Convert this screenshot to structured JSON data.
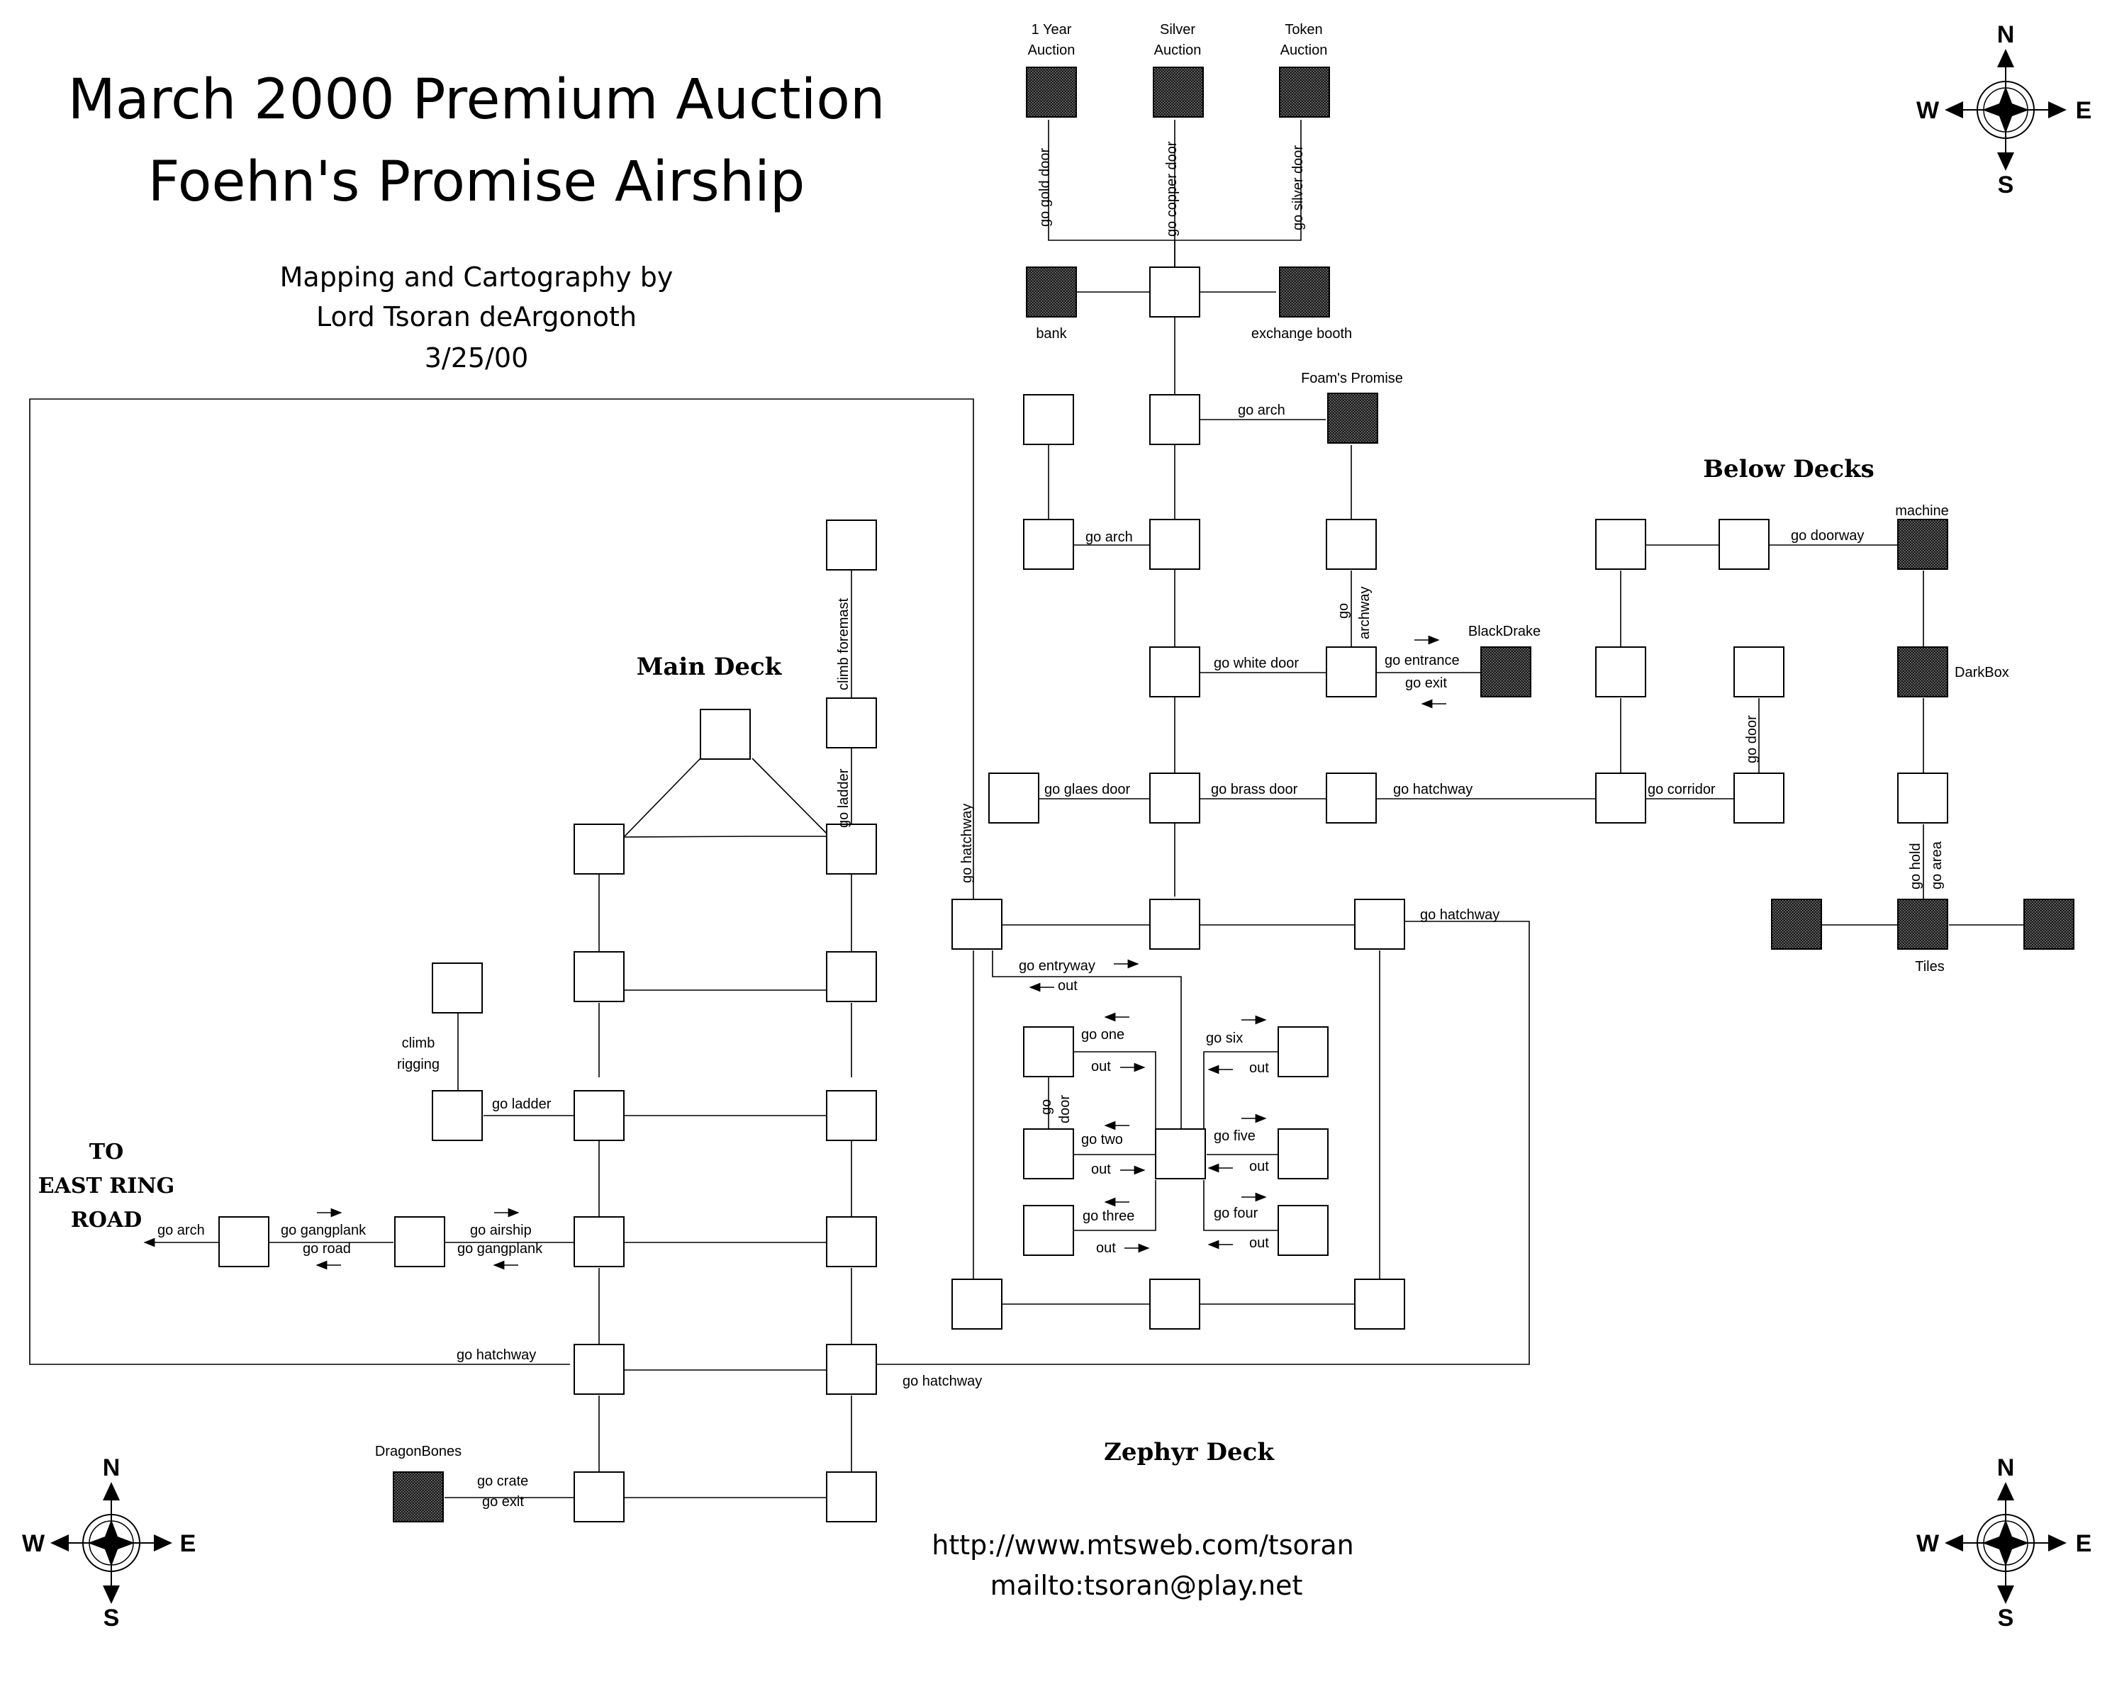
{
  "title": {
    "line1": "March 2000 Premium Auction",
    "line2": "Foehn's Promise Airship"
  },
  "credits": {
    "line1": "Mapping and Cartography by",
    "line2": "Lord Tsoran deArgonoth",
    "line3": "3/25/00"
  },
  "decks": {
    "main": "Main Deck",
    "below": "Below Decks",
    "zephyr": "Zephyr Deck"
  },
  "exit_label": {
    "line1": "TO",
    "line2": "EAST RING",
    "line3": "ROAD"
  },
  "room_names": {
    "year_auction_1": "1 Year",
    "year_auction_2": "Auction",
    "silver_auction_1": "Silver",
    "silver_auction_2": "Auction",
    "token_auction_1": "Token",
    "token_auction_2": "Auction",
    "bank": "bank",
    "exchange_booth": "exchange booth",
    "foams_promise": "Foam's Promise",
    "blackdrake": "BlackDrake",
    "machine": "machine",
    "darkbox": "DarkBox",
    "tiles": "Tiles",
    "dragonbones": "DragonBones",
    "climb_rigging_1": "climb",
    "climb_rigging_2": "rigging"
  },
  "paths": {
    "go_gold_door": "go gold door",
    "go_copper_door": "go copper door",
    "go_silver_door": "go silver door",
    "go_arch_foam": "go arch",
    "go_arch_mid": "go arch",
    "go_archway_1": "go",
    "go_archway_2": "archway",
    "go_white_door": "go white door",
    "go_entrance": "go entrance",
    "go_exit_bd": "go exit",
    "go_glaes_door": "go glaes door",
    "go_brass_door": "go brass door",
    "go_hatchway_below": "go hatchway",
    "go_corridor": "go corridor",
    "go_door_below": "go door",
    "go_doorway": "go doorway",
    "go_hold": "go hold",
    "go_area": "go area",
    "go_hatchway_vert": "go hatchway",
    "go_hatchway_zr": "go hatchway",
    "go_entryway": "go entryway",
    "out_entry": "out",
    "go_one": "go one",
    "out_one": "out",
    "go_door_z1": "go",
    "go_door_z2": "door",
    "go_two": "go two",
    "out_two": "out",
    "go_three": "go three",
    "out_three": "out",
    "go_six": "go six",
    "out_six": "out",
    "go_five": "go five",
    "out_five": "out",
    "go_four": "go four",
    "out_four": "out",
    "climb_foremast": "climb foremast",
    "go_ladder_vert": "go ladder",
    "go_ladder": "go ladder",
    "go_arch_exit": "go arch",
    "go_gangplank_1": "go gangplank",
    "go_road": "go road",
    "go_airship": "go airship",
    "go_gangplank_2": "go gangplank",
    "go_hatchway_main": "go hatchway",
    "go_hatchway_lower": "go hatchway",
    "go_crate": "go crate",
    "go_exit_db": "go exit"
  },
  "links": {
    "website": "http://www.mtsweb.com/tsoran",
    "email": "mailto:tsoran@play.net"
  },
  "compass": {
    "n": "N",
    "s": "S",
    "w": "W",
    "e": "E"
  }
}
